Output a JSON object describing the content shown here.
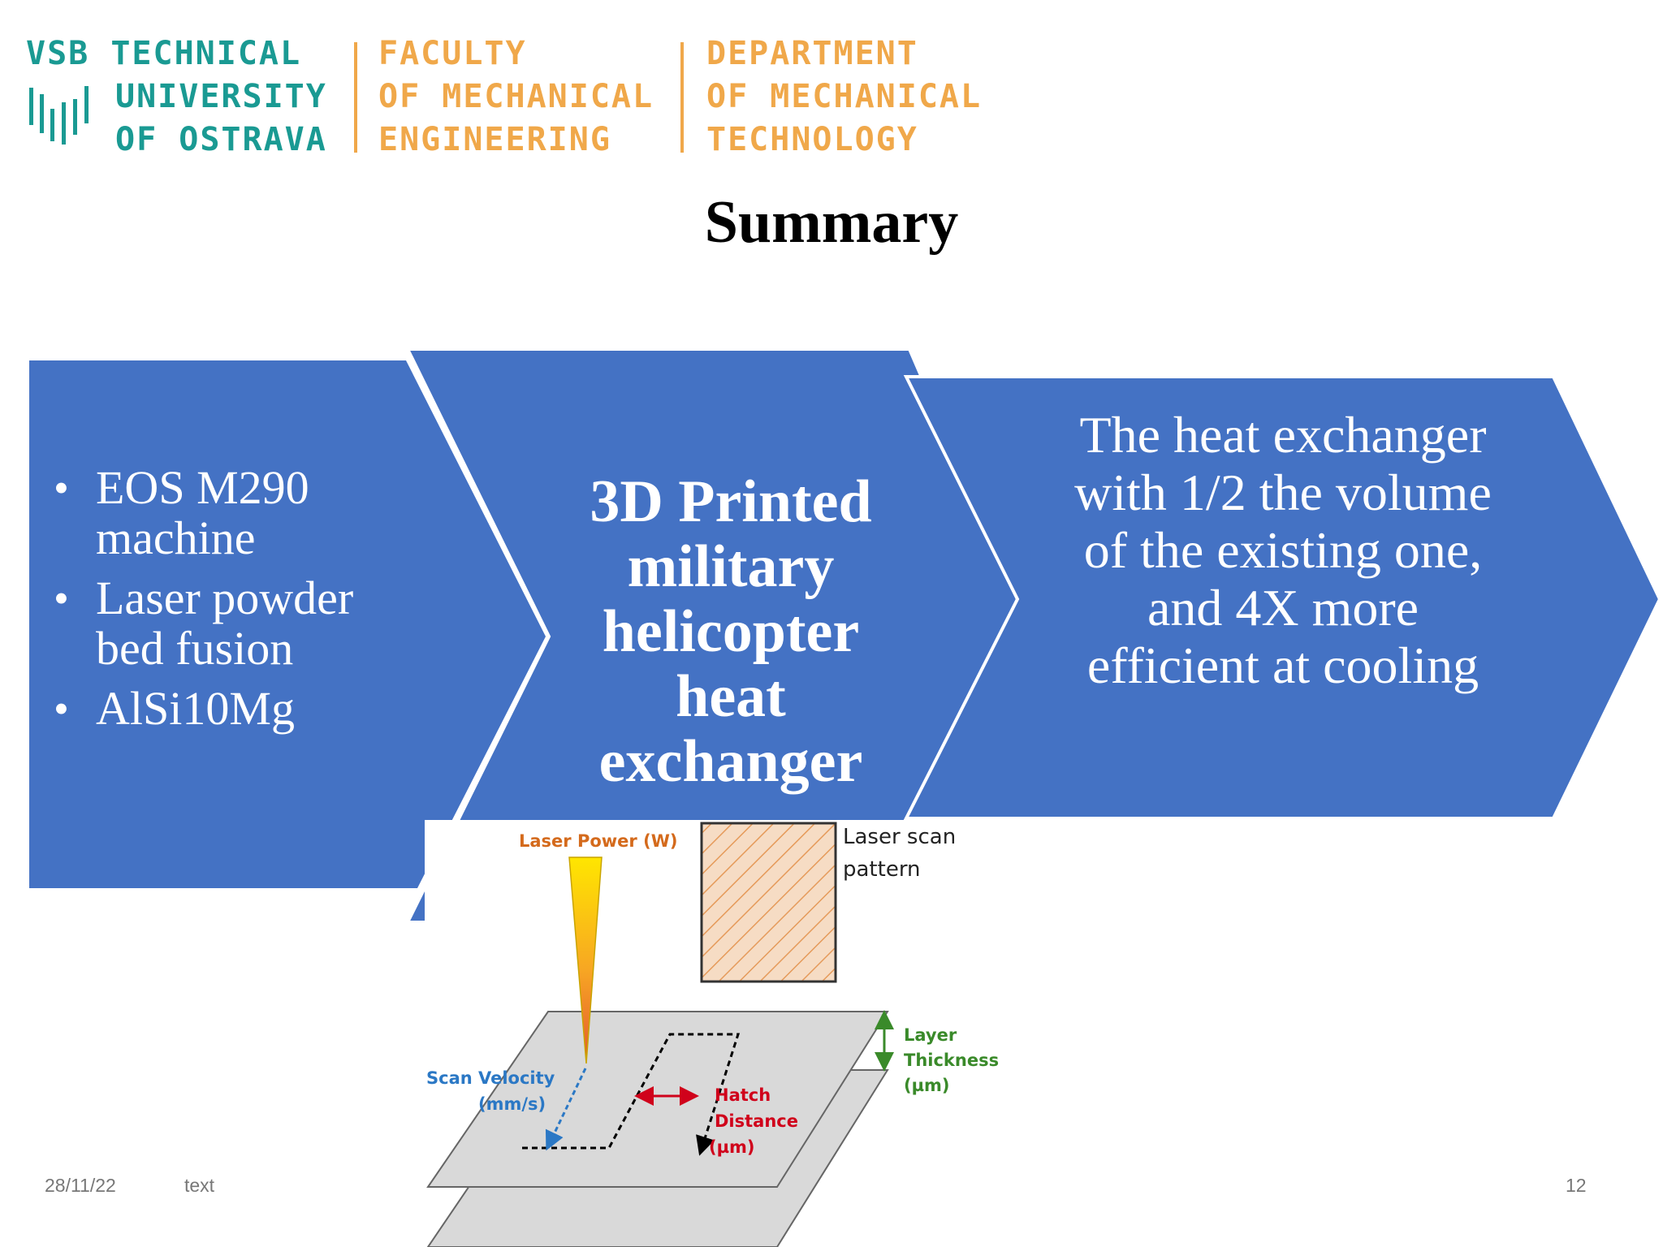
{
  "header": {
    "university": [
      "VSB TECHNICAL",
      "UNIVERSITY",
      "OF OSTRAVA"
    ],
    "faculty": [
      "FACULTY",
      "OF MECHANICAL",
      "ENGINEERING"
    ],
    "department": [
      "DEPARTMENT",
      "OF MECHANICAL",
      "TECHNOLOGY"
    ],
    "colors": {
      "teal": "#1a9a93",
      "gold": "#f0a84a",
      "slide_blue": "#4472c4"
    }
  },
  "title": "Summary",
  "left_box": {
    "bullets": [
      "EOS M290 machine",
      "Laser powder bed fusion",
      "AlSi10Mg"
    ]
  },
  "middle_box": {
    "lines": [
      "3D Printed",
      "military",
      "helicopter",
      "heat",
      "exchanger"
    ]
  },
  "right_box": {
    "lines": [
      "The heat exchanger",
      "with 1/2 the volume",
      "of the existing one,",
      "and 4X more",
      "efficient at cooling"
    ]
  },
  "diagram": {
    "laser_power": "Laser Power (W)",
    "scan_pattern": [
      "Laser scan",
      "pattern"
    ],
    "layer_thickness": [
      "Layer",
      "Thickness",
      "(µm)"
    ],
    "scan_velocity": [
      "Scan Velocity",
      "(mm/s)"
    ],
    "hatch_distance": [
      "Hatch",
      "Distance",
      "(µm)"
    ]
  },
  "footer": {
    "date": "28/11/22",
    "label": "text",
    "page": "12"
  }
}
